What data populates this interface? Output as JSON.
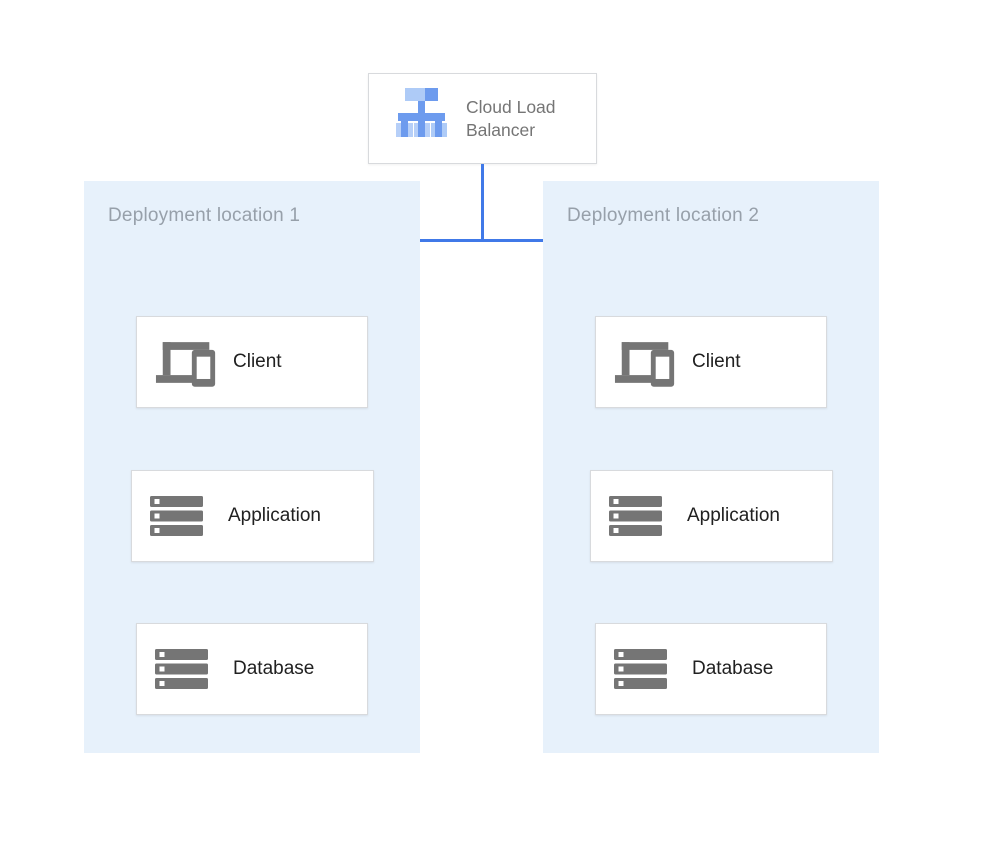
{
  "load_balancer": {
    "label": "Cloud Load Balancer"
  },
  "zones": [
    {
      "title": "Deployment location 1",
      "nodes": [
        {
          "label": "Client",
          "icon": "devices-icon"
        },
        {
          "label": "Application",
          "icon": "server-stack-icon"
        },
        {
          "label": "Database",
          "icon": "server-stack-icon"
        }
      ]
    },
    {
      "title": "Deployment location 2",
      "nodes": [
        {
          "label": "Client",
          "icon": "devices-icon"
        },
        {
          "label": "Application",
          "icon": "server-stack-icon"
        },
        {
          "label": "Database",
          "icon": "server-stack-icon"
        }
      ]
    }
  ],
  "colors": {
    "connector_blue": "#4079E8",
    "panel_background": "#E7F1FB",
    "node_border": "#D8DADD",
    "node_label": "#212121",
    "panel_title": "#97A0AA",
    "lb_label": "#757575",
    "icon_gray": "#757575",
    "lb_icon_blue": "#6D9BEE",
    "lb_icon_blue_light": "#AECBF7",
    "lb_icon_blue_pale": "#B6CFF8"
  }
}
